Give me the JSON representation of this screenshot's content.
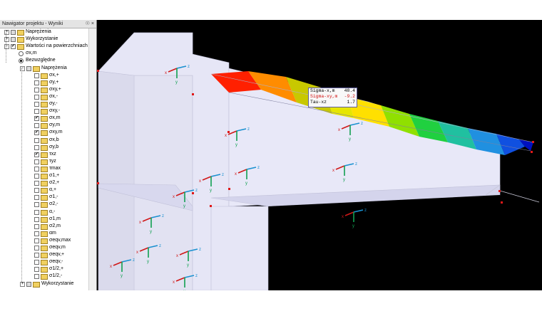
{
  "panel": {
    "title": "Nawigator projektu - Wyniki",
    "header_buttons": "p ×",
    "items": [
      {
        "label": "Naprężenia",
        "depth": 0,
        "expander": "+",
        "checkbox": "gray",
        "icon": "stress-icon",
        "checked": false
      },
      {
        "label": "Wykorzystanie",
        "depth": 0,
        "expander": "+",
        "checkbox": "gray",
        "icon": "stress-icon",
        "checked": false
      },
      {
        "label": "Wartości na powierzchniach",
        "depth": 0,
        "expander": "−",
        "checkbox": "checked",
        "icon": "folder-icon",
        "checked": true
      },
      {
        "label": "σx,m",
        "depth": 1,
        "radio": false
      },
      {
        "label": "Bezwzględne",
        "depth": 1,
        "radio": true
      },
      {
        "label": "Naprężenia",
        "depth": 2,
        "expander": "−",
        "checkbox": "gray",
        "icon": "folder-icon",
        "checked": false
      },
      {
        "label": "σx,+",
        "depth": 3,
        "checked": false
      },
      {
        "label": "σy,+",
        "depth": 3,
        "checked": false
      },
      {
        "label": "σxy,+",
        "depth": 3,
        "checked": false
      },
      {
        "label": "σx,-",
        "depth": 3,
        "checked": false
      },
      {
        "label": "σy,-",
        "depth": 3,
        "checked": false
      },
      {
        "label": "σxy,-",
        "depth": 3,
        "checked": false
      },
      {
        "label": "σx,m",
        "depth": 3,
        "checked": true
      },
      {
        "label": "σy,m",
        "depth": 3,
        "checked": false
      },
      {
        "label": "σxy,m",
        "depth": 3,
        "checked": true
      },
      {
        "label": "σx,b",
        "depth": 3,
        "checked": false
      },
      {
        "label": "σy,b",
        "depth": 3,
        "checked": false
      },
      {
        "label": "τxz",
        "depth": 3,
        "checked": true
      },
      {
        "label": "τyz",
        "depth": 3,
        "checked": false
      },
      {
        "label": "τmax",
        "depth": 3,
        "checked": false
      },
      {
        "label": "σ1,+",
        "depth": 3,
        "checked": false
      },
      {
        "label": "σ2,+",
        "depth": 3,
        "checked": false
      },
      {
        "label": "α,+",
        "depth": 3,
        "checked": false
      },
      {
        "label": "σ1,-",
        "depth": 3,
        "checked": false
      },
      {
        "label": "σ2,-",
        "depth": 3,
        "checked": false
      },
      {
        "label": "α,-",
        "depth": 3,
        "checked": false
      },
      {
        "label": "σ1,m",
        "depth": 3,
        "checked": false
      },
      {
        "label": "σ2,m",
        "depth": 3,
        "checked": false
      },
      {
        "label": "αm",
        "depth": 3,
        "checked": false
      },
      {
        "label": "σeqv,max",
        "depth": 3,
        "checked": false
      },
      {
        "label": "σeqv,m",
        "depth": 3,
        "checked": false
      },
      {
        "label": "σeqv,+",
        "depth": 3,
        "checked": false
      },
      {
        "label": "σeqv,-",
        "depth": 3,
        "checked": false
      },
      {
        "label": "σ1/2,+",
        "depth": 3,
        "checked": false
      },
      {
        "label": "σ1/2,-",
        "depth": 3,
        "checked": false
      },
      {
        "label": "Wykorzystanie",
        "depth": 2,
        "expander": "+",
        "checkbox": "gray",
        "icon": "folder-icon",
        "checked": false
      }
    ]
  },
  "tooltip": {
    "rows": [
      {
        "label": "Sigma-x,m",
        "value": "48.4",
        "color": "#000000"
      },
      {
        "label": "Sigma-xy,m",
        "value": "-9.2",
        "color": "#d01010"
      },
      {
        "label": "Tau-xz",
        "value": "1.7",
        "color": "#000000"
      }
    ]
  },
  "axis_labels": {
    "x": "x",
    "y": "y",
    "z": "z"
  },
  "colors": {
    "background": "#000000",
    "surface": "#e4e4f4",
    "x_axis": "#d01818",
    "y_axis": "#10a050",
    "z_axis": "#1890d0",
    "contour_scale": [
      "#ff2000",
      "#ff8c00",
      "#ffb000",
      "#c8c800",
      "#e0e000",
      "#ffe000",
      "#90e000",
      "#20d040",
      "#20c0a0",
      "#2090e0",
      "#1050e0",
      "#0010c0"
    ]
  }
}
